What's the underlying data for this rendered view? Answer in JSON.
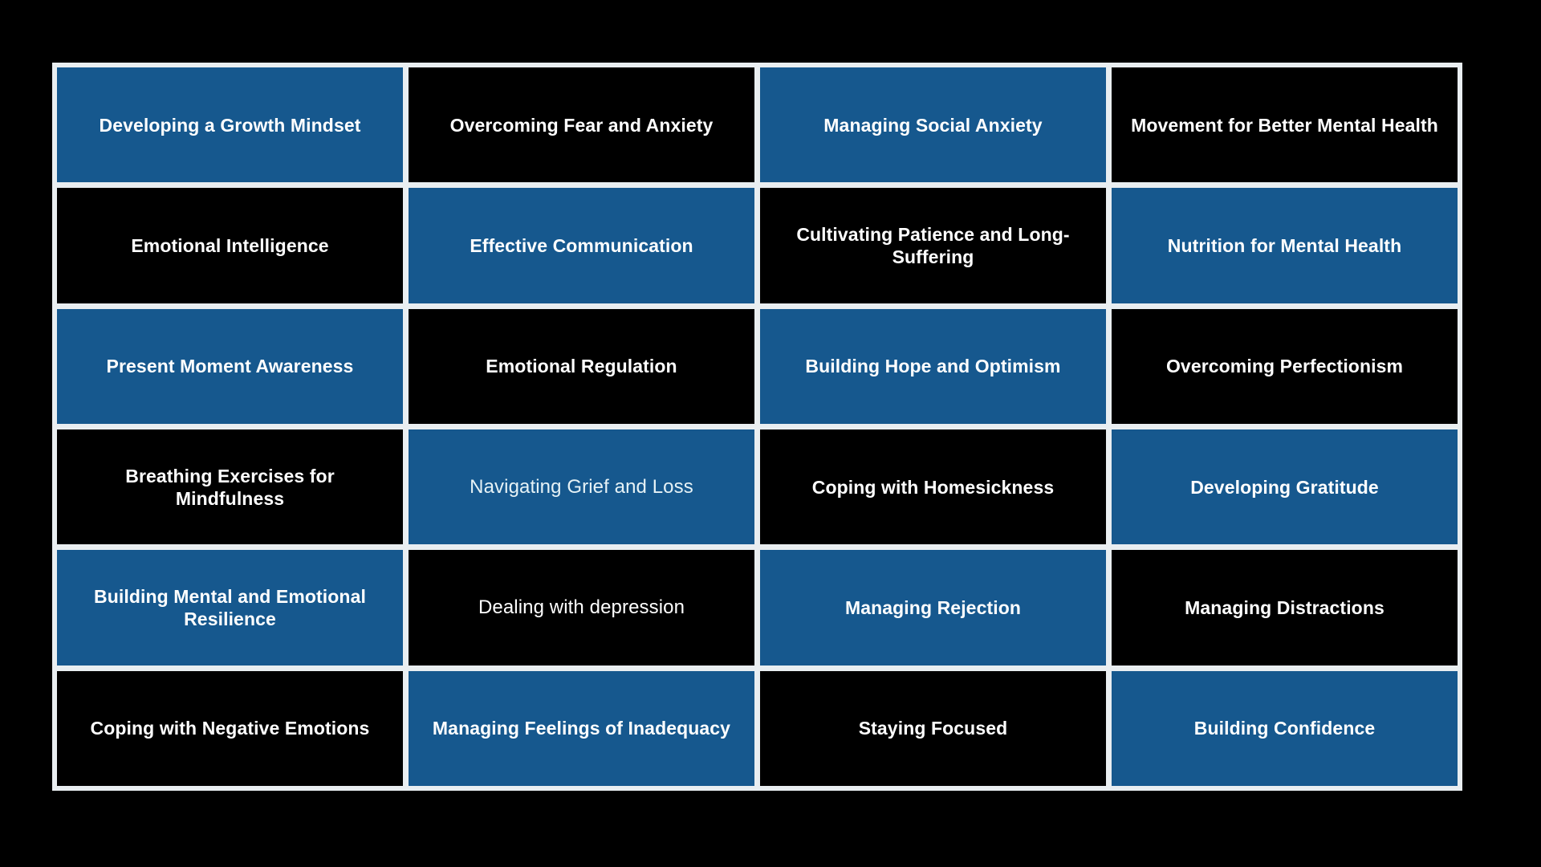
{
  "palette": {
    "background": "#000000",
    "accent_blue": "#16588e",
    "cell_black": "#000000",
    "grid_line": "#e9eef1",
    "text_primary": "#ffffff",
    "text_soft": "#e6f2f6"
  },
  "grid": {
    "columns": 4,
    "rows": 6,
    "cells": [
      {
        "label": "Developing a Growth Mindset",
        "bg": "blue",
        "weight": "bold",
        "tint": "normal"
      },
      {
        "label": "Overcoming Fear and Anxiety",
        "bg": "black",
        "weight": "bold",
        "tint": "normal"
      },
      {
        "label": "Managing Social Anxiety",
        "bg": "blue",
        "weight": "bold",
        "tint": "normal"
      },
      {
        "label": "Movement for Better Mental Health",
        "bg": "black",
        "weight": "bold",
        "tint": "normal"
      },
      {
        "label": "Emotional Intelligence",
        "bg": "black",
        "weight": "bold",
        "tint": "normal"
      },
      {
        "label": "Effective Communication",
        "bg": "blue",
        "weight": "bold",
        "tint": "normal"
      },
      {
        "label": "Cultivating Patience and Long-Suffering",
        "bg": "black",
        "weight": "bold",
        "tint": "normal"
      },
      {
        "label": "Nutrition for Mental Health",
        "bg": "blue",
        "weight": "bold",
        "tint": "normal"
      },
      {
        "label": "Present Moment Awareness",
        "bg": "blue",
        "weight": "bold",
        "tint": "normal"
      },
      {
        "label": "Emotional Regulation",
        "bg": "black",
        "weight": "bold",
        "tint": "normal"
      },
      {
        "label": "Building Hope and Optimism",
        "bg": "blue",
        "weight": "bold",
        "tint": "normal"
      },
      {
        "label": "Overcoming Perfectionism",
        "bg": "black",
        "weight": "bold",
        "tint": "normal"
      },
      {
        "label": "Breathing Exercises for Mindfulness",
        "bg": "black",
        "weight": "bold",
        "tint": "normal"
      },
      {
        "label": "Navigating Grief and Loss",
        "bg": "blue",
        "weight": "regular",
        "tint": "soft"
      },
      {
        "label": "Coping with Homesickness",
        "bg": "black",
        "weight": "bold",
        "tint": "normal"
      },
      {
        "label": "Developing Gratitude",
        "bg": "blue",
        "weight": "bold",
        "tint": "normal"
      },
      {
        "label": "Building Mental and Emotional Resilience",
        "bg": "blue",
        "weight": "bold",
        "tint": "normal"
      },
      {
        "label": "Dealing with depression",
        "bg": "black",
        "weight": "regular",
        "tint": "normal"
      },
      {
        "label": "Managing Rejection",
        "bg": "blue",
        "weight": "bold",
        "tint": "normal"
      },
      {
        "label": "Managing Distractions",
        "bg": "black",
        "weight": "bold",
        "tint": "normal"
      },
      {
        "label": "Coping with Negative Emotions",
        "bg": "black",
        "weight": "bold",
        "tint": "normal"
      },
      {
        "label": "Managing Feelings of Inadequacy",
        "bg": "blue",
        "weight": "bold",
        "tint": "normal"
      },
      {
        "label": "Staying Focused",
        "bg": "black",
        "weight": "bold",
        "tint": "normal"
      },
      {
        "label": "Building Confidence",
        "bg": "blue",
        "weight": "bold",
        "tint": "normal"
      }
    ]
  }
}
